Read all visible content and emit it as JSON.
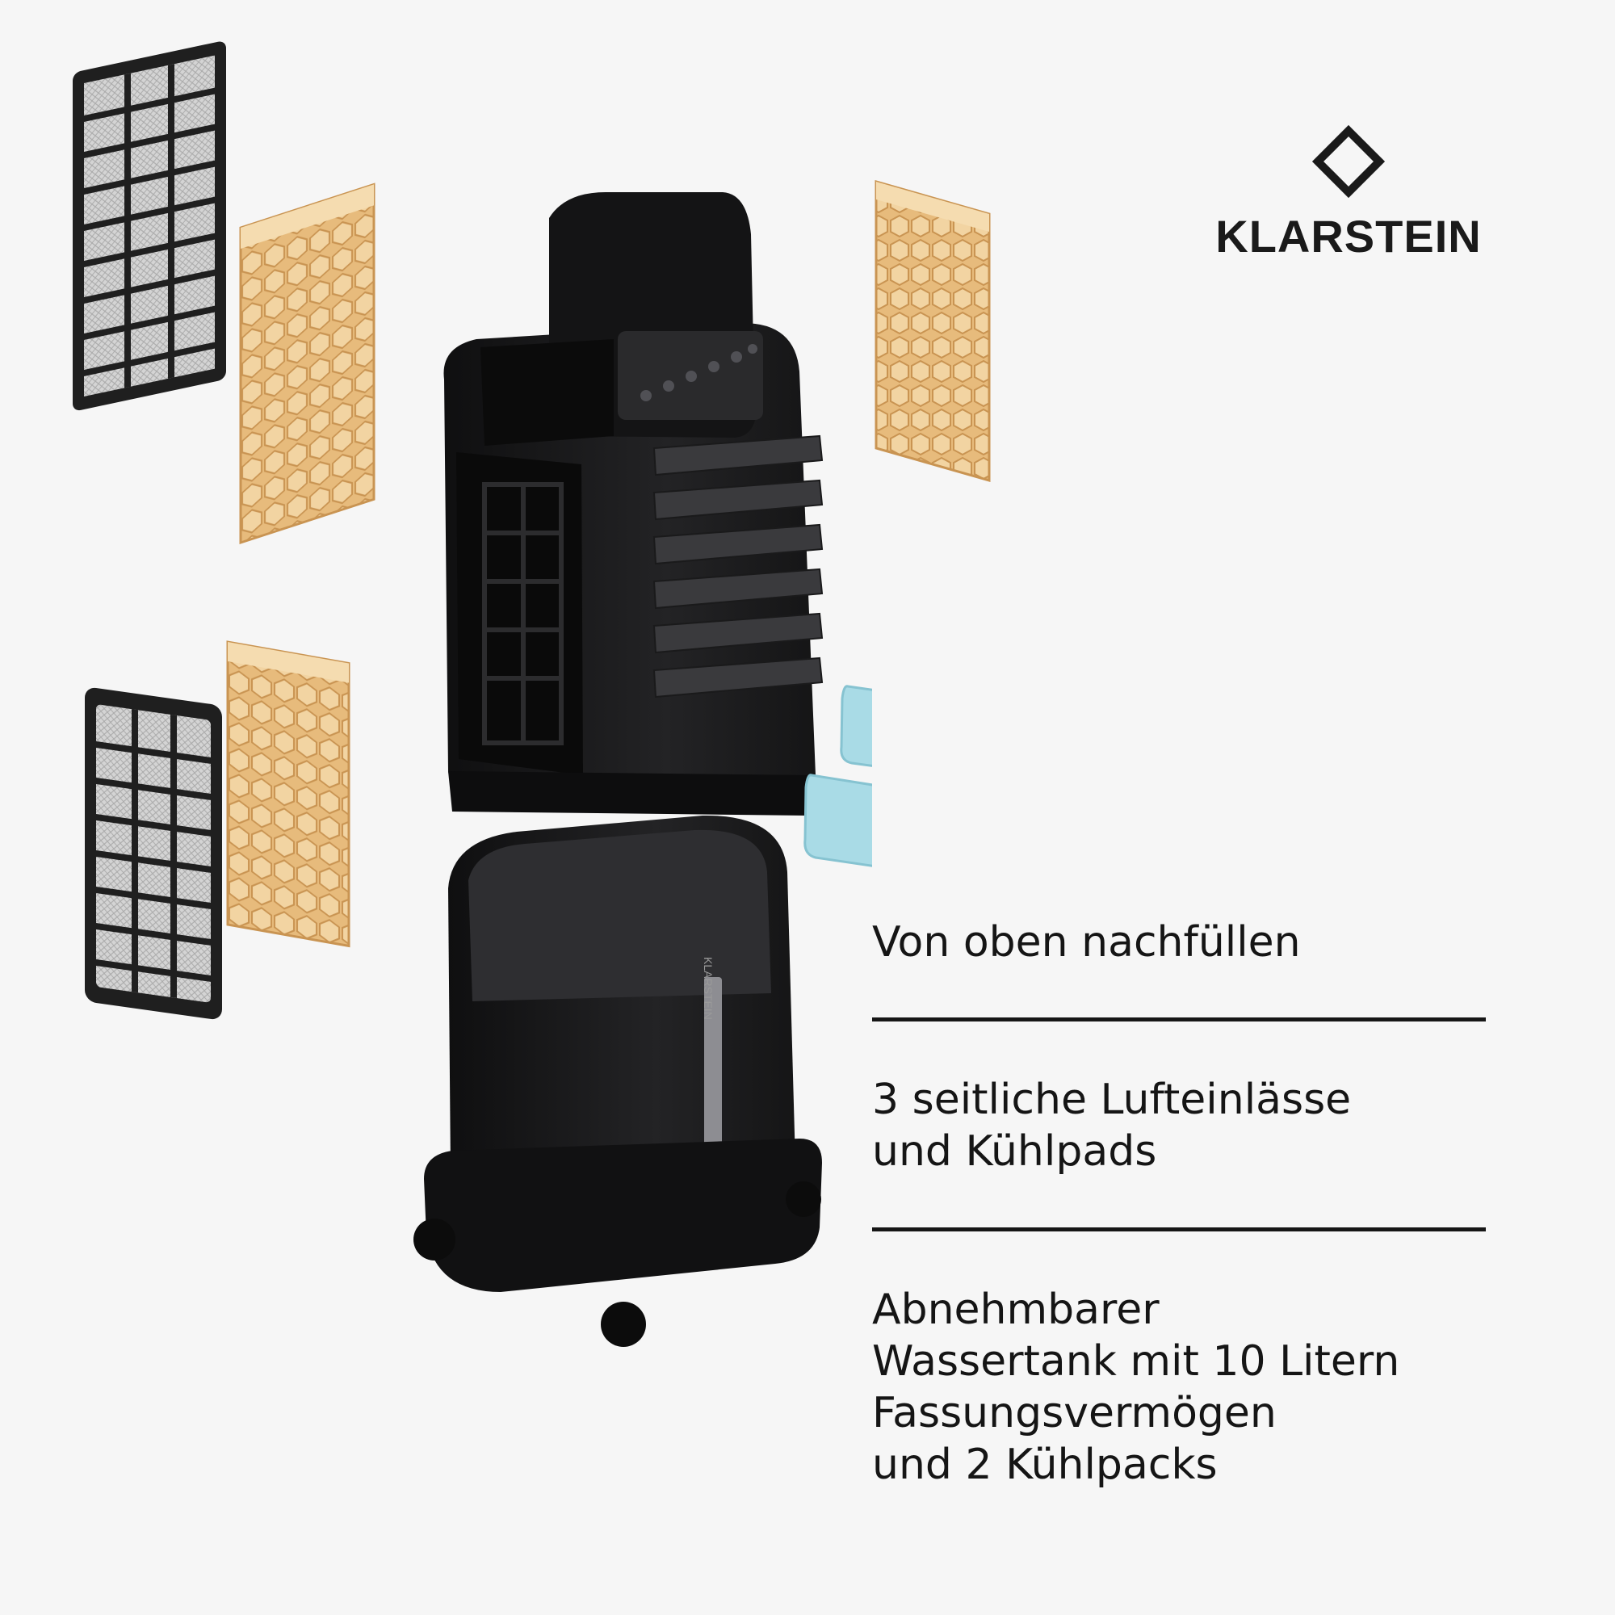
{
  "brand": {
    "name": "KLARSTEIN",
    "logo_icon": "klarstein-diamond-icon"
  },
  "features": [
    {
      "lines": [
        "Von oben nachfüllen"
      ]
    },
    {
      "lines": [
        "3 seitliche Lufteinlässe",
        "und Kühlpads"
      ]
    },
    {
      "lines": [
        "Abnehmbarer",
        "Wassertank mit 10 Litern",
        "Fassungsvermögen",
        "und 2 Kühlpacks"
      ]
    }
  ],
  "product": {
    "tank_brand_label": "KLARSTEIN",
    "colors": {
      "body": "#1c1c1e",
      "pad": "#e8bf82",
      "pad_light": "#f3d9ae",
      "ice_pack": "#a9dbe6",
      "filter_mesh": "#cfcfcf"
    }
  }
}
